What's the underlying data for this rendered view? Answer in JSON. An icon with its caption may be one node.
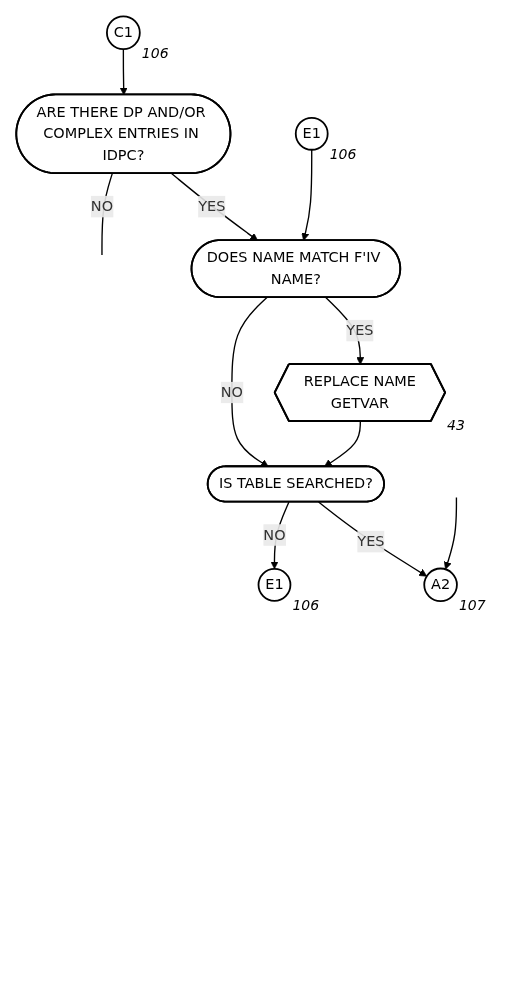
{
  "diagram": {
    "nodes": [
      {
        "text": [
          "C1"
        ],
        "beside": [
          "106"
        ]
      },
      {
        "text": [
          "ARE THERE DP AND/OR COMPLEX ENTRIES IN IDPC?"
        ]
      },
      {
        "text": [
          "E1"
        ],
        "beside": [
          "106"
        ]
      },
      {
        "text": [
          "DOES NAME MATCH F'IV NAME?"
        ]
      },
      {
        "text": [
          "REPLACE NAME",
          "GETVAR"
        ],
        "beside": [
          "43"
        ]
      },
      {
        "text": [
          "IS TABLE SEARCHED?"
        ]
      },
      {
        "text": [
          "E1"
        ],
        "beside": [
          "106"
        ]
      },
      {
        "text": [
          "A2"
        ],
        "beside": [
          "107"
        ]
      }
    ],
    "edges": [
      {
        "from": 0,
        "to": 1,
        "arrow": "to"
      },
      {
        "from": 1,
        "to": null,
        "arrow": "none",
        "label": "NO"
      },
      {
        "from": 1,
        "to": 3,
        "arrow": "to",
        "label": "YES"
      },
      {
        "from": 2,
        "to": 3,
        "arrow": "to"
      },
      {
        "from": 3,
        "to": 5,
        "arrow": "to",
        "label": "NO"
      },
      {
        "from": 3,
        "to": 4,
        "arrow": "to",
        "label": "YES"
      },
      {
        "from": 4,
        "to": 5,
        "arrow": "to"
      },
      {
        "from": 5,
        "to": 6,
        "arrow": "to",
        "label": "NO"
      },
      {
        "from": 5,
        "to": 7,
        "arrow": "to",
        "label": "YES"
      },
      {
        "from": null,
        "to": 7,
        "arrow": "to"
      }
    ]
  }
}
